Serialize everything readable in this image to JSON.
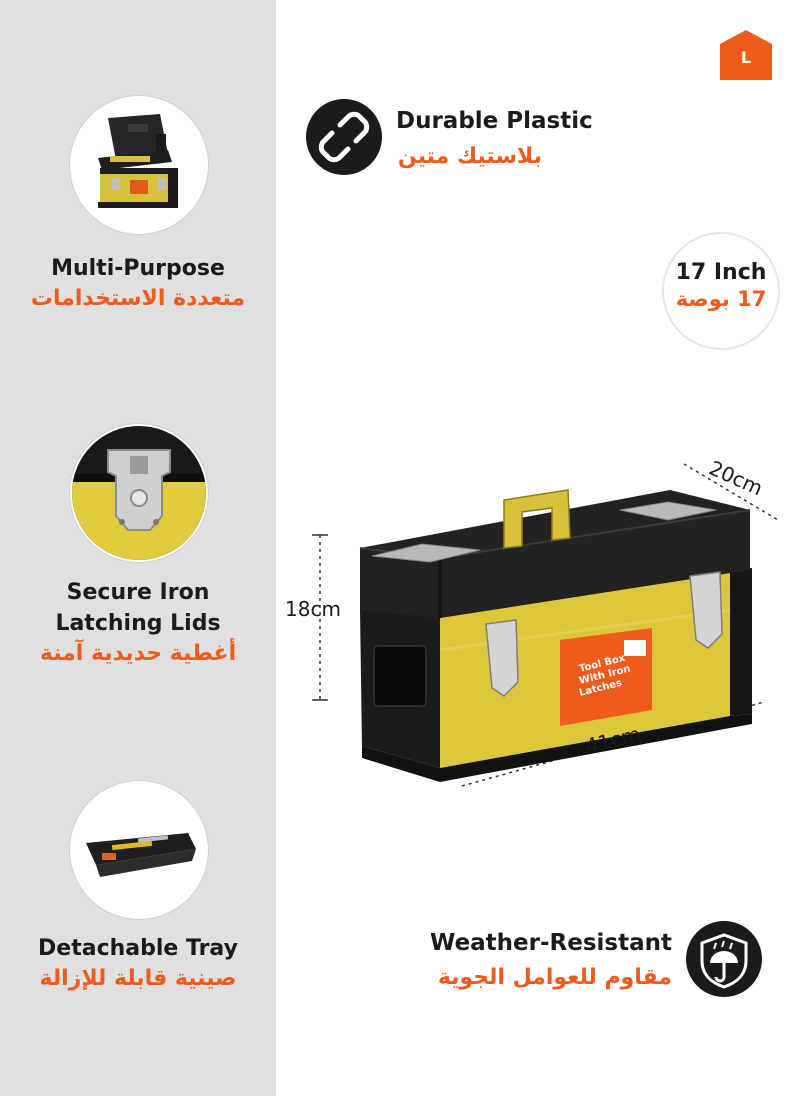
{
  "brand": {
    "logo_letter": "L",
    "accent": "#f05a1a",
    "dark": "#1b1b1b",
    "panel": "#e0e0e0"
  },
  "left_features": [
    {
      "title_en": "Multi-Purpose",
      "title_ar": "متعددة الاستخدامات",
      "icon": "open-toolbox-image"
    },
    {
      "title_en": [
        "Secure Iron",
        "Latching Lids"
      ],
      "title_ar": "أغطية حديدية آمنة",
      "icon": "latch-closeup-image"
    },
    {
      "title_en": "Detachable Tray",
      "title_ar": "صينية قابلة للإزالة",
      "icon": "tray-image"
    }
  ],
  "right_features": {
    "durable": {
      "title_en": "Durable Plastic",
      "title_ar": "بلاستيك متين",
      "icon": "link-icon"
    },
    "size": {
      "title_en": "17 Inch",
      "title_ar": "17 بوصة"
    },
    "weather": {
      "title_en": "Weather-Resistant",
      "title_ar": "مقاوم للعوامل الجوية",
      "icon": "umbrella-icon"
    }
  },
  "dimensions": {
    "depth": "20cm",
    "height": "18cm",
    "length": "41cm"
  },
  "product_label": {
    "lines": [
      "Tool Box",
      "With Iron",
      "Latches"
    ]
  }
}
